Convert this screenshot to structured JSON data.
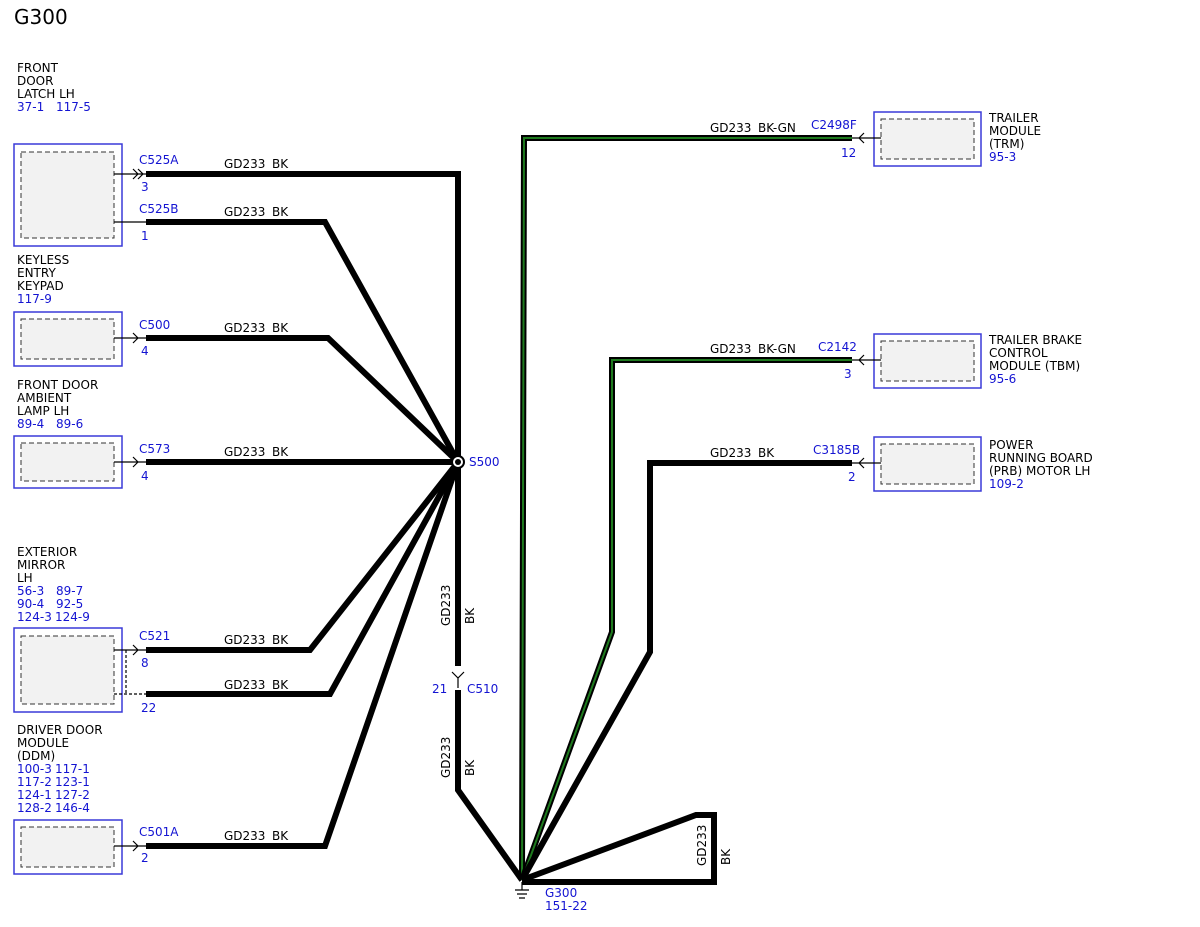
{
  "title": "G300",
  "wire_label": "GD233",
  "color_bk": "BK",
  "color_bkgn": "BK-GN",
  "left_components": {
    "front_door_latch": {
      "lines": [
        "FRONT",
        "DOOR",
        "LATCH LH"
      ],
      "refs": [
        "37-1",
        "117-5"
      ]
    },
    "keyless_entry_keypad": {
      "lines": [
        "KEYLESS",
        "ENTRY",
        "KEYPAD"
      ],
      "refs": [
        "117-9"
      ]
    },
    "front_door_ambient_lamp": {
      "lines": [
        "FRONT DOOR",
        "AMBIENT",
        "LAMP LH"
      ],
      "refs": [
        "89-4",
        "89-6"
      ]
    },
    "exterior_mirror": {
      "lines": [
        "EXTERIOR",
        "MIRROR",
        "LH"
      ],
      "refs": [
        [
          "56-3",
          "89-7"
        ],
        [
          "90-4",
          "92-5"
        ],
        [
          "124-3",
          "124-9"
        ]
      ]
    },
    "driver_door_module": {
      "lines": [
        "DRIVER DOOR",
        "MODULE",
        "(DDM)"
      ],
      "refs": [
        [
          "100-3",
          "117-1"
        ],
        [
          "117-2",
          "123-1"
        ],
        [
          "124-1",
          "127-2"
        ],
        [
          "128-2",
          "146-4"
        ]
      ]
    }
  },
  "right_components": {
    "trailer_module": {
      "lines": [
        "TRAILER",
        "MODULE",
        "(TRM)"
      ],
      "refs": [
        "95-3"
      ]
    },
    "trailer_brake_control": {
      "lines": [
        "TRAILER BRAKE",
        "CONTROL",
        "MODULE (TBM)"
      ],
      "refs": [
        "95-6"
      ]
    },
    "power_running_board": {
      "lines": [
        "POWER",
        "RUNNING BOARD",
        "(PRB) MOTOR LH"
      ],
      "refs": [
        "109-2"
      ]
    }
  },
  "connectors": {
    "c525a": {
      "name": "C525A",
      "pin": "3"
    },
    "c525b": {
      "name": "C525B",
      "pin": "1"
    },
    "c500": {
      "name": "C500",
      "pin": "4"
    },
    "c573": {
      "name": "C573",
      "pin": "4"
    },
    "c521_8": {
      "name": "C521",
      "pin": "8"
    },
    "c521_22": {
      "pin": "22"
    },
    "c501a": {
      "name": "C501A",
      "pin": "2"
    },
    "c2498f": {
      "name": "C2498F",
      "pin": "12"
    },
    "c2142": {
      "name": "C2142",
      "pin": "3"
    },
    "c3185b": {
      "name": "C3185B",
      "pin": "2"
    },
    "c510": {
      "name": "C510",
      "pin": "21"
    }
  },
  "splice": {
    "name": "S500"
  },
  "ground": {
    "name": "G300",
    "ref": "151-22"
  },
  "colors": {
    "wire_black": "#000000",
    "wire_green_stripe": "#1e7a1e",
    "ref_blue": "#1414d2",
    "box_blue": "#3a3ad8"
  }
}
